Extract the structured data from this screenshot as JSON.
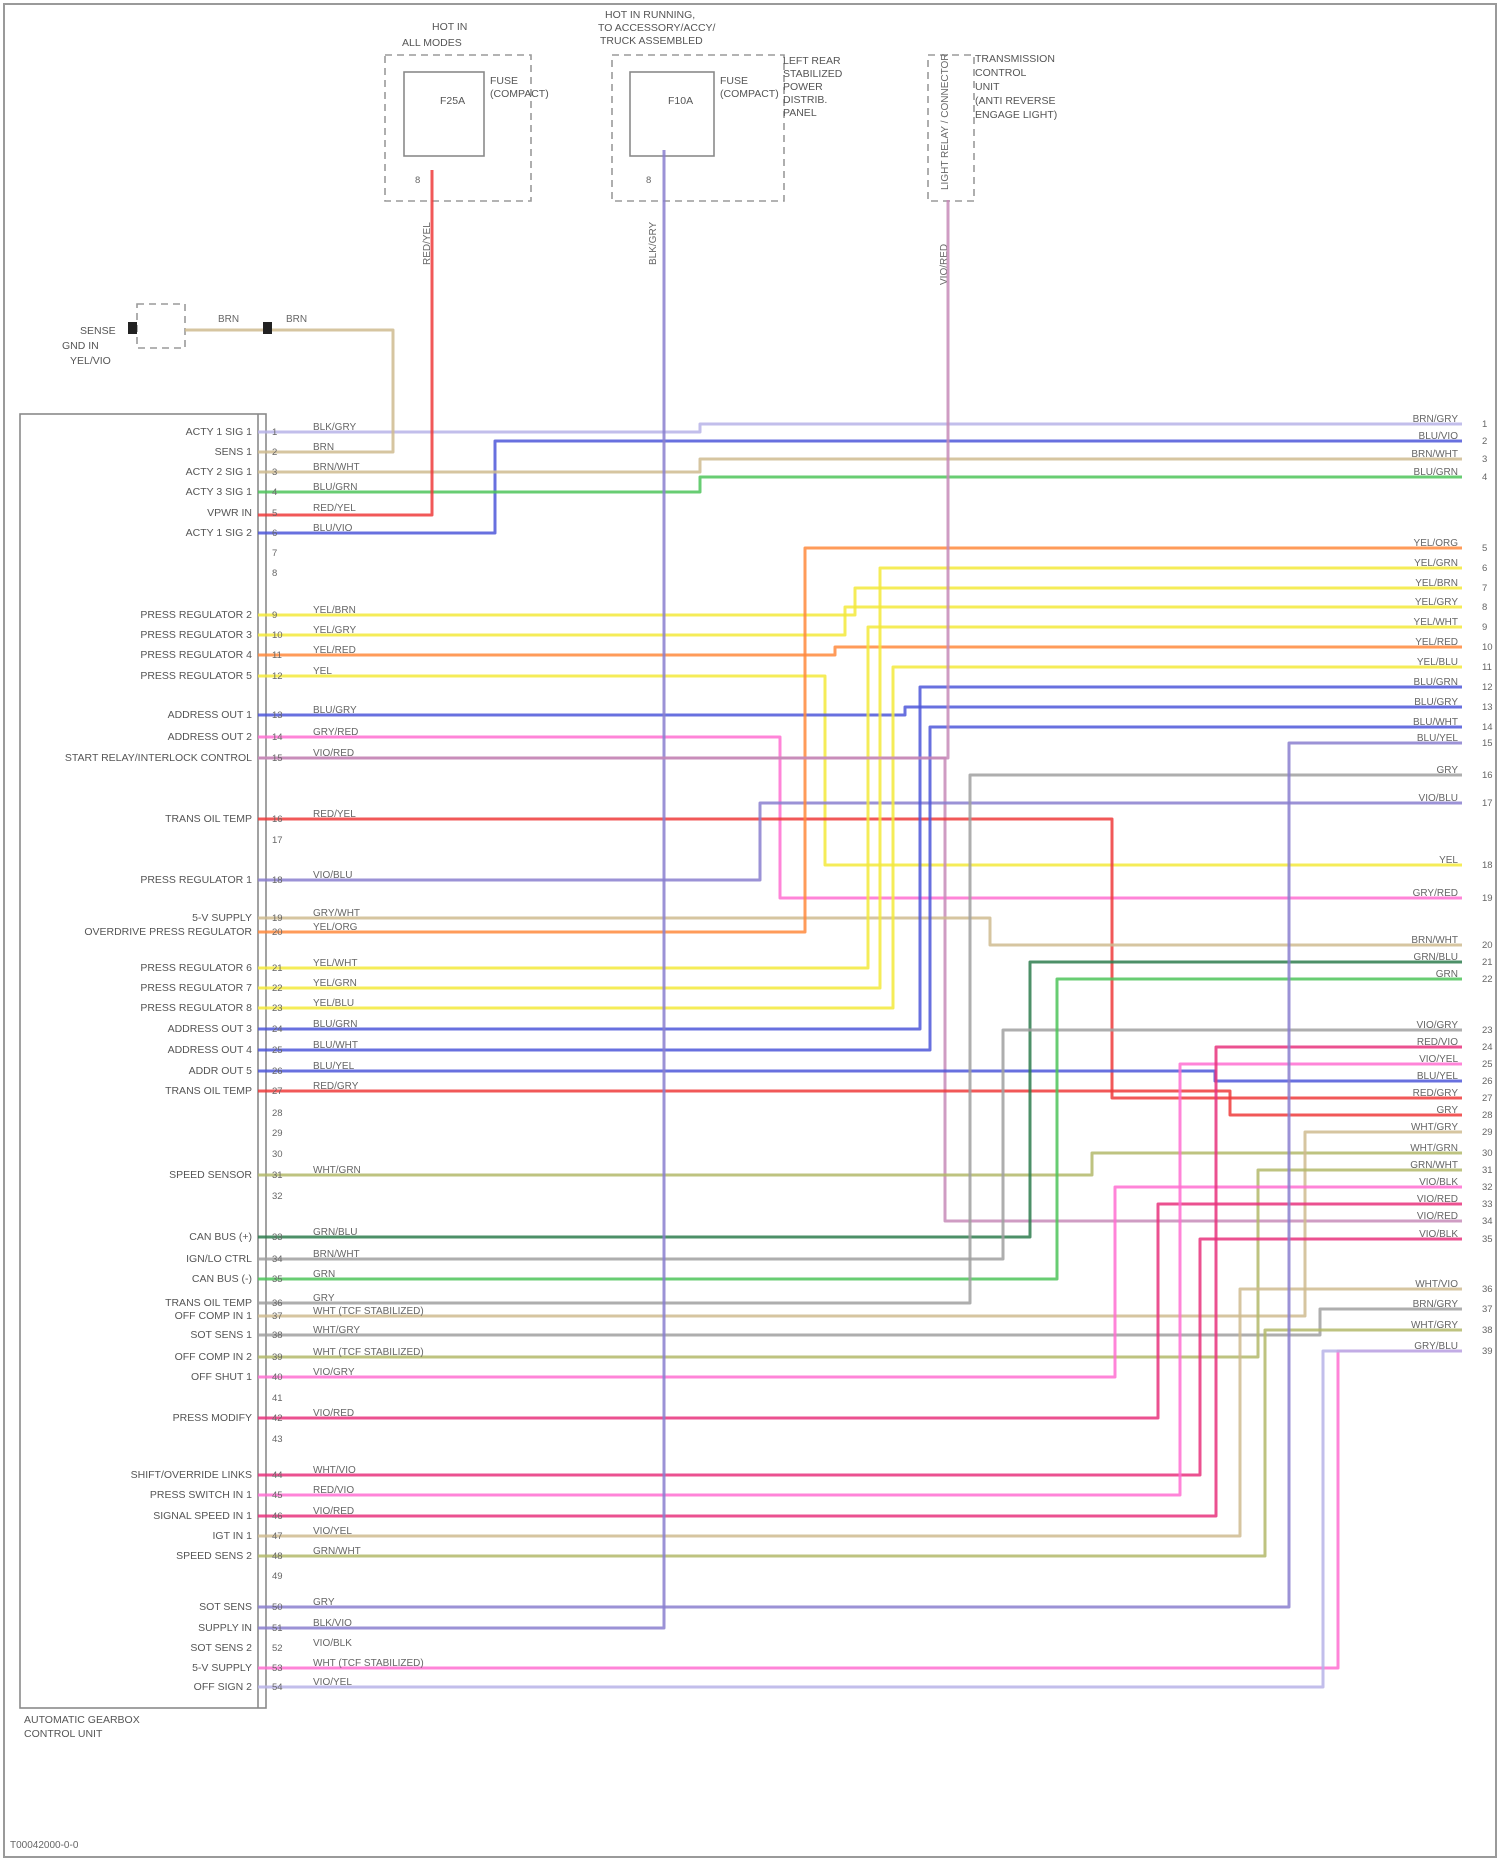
{
  "diagram": {
    "figure_code": "T00042000-0-0",
    "tcm_label": [
      "AUTOMATIC GEARBOX",
      "CONTROL UNIT"
    ],
    "top_boxes": [
      {
        "title": [
          "HOT IN",
          "ALL MODES"
        ],
        "fuse": "FUSE",
        "fuse_id": "F25A",
        "fuse_note": "(COMPACT)",
        "connector": "8",
        "wire": "RED/YEL"
      },
      {
        "title": [
          "HOT IN RUNNING,",
          "TO ACCESSORY/ACCY/",
          "TRUCK ASSEMBLED"
        ],
        "fuse": "FUSE",
        "fuse_id": "F10A",
        "fuse_note": "(COMPACT)",
        "connector": "8",
        "wire": "BLK/GRY",
        "notes": [
          "LEFT REAR",
          "STABILIZED",
          "POWER",
          "DISTRIB.",
          "PANEL"
        ]
      },
      {
        "title": [],
        "notes": [
          "TRANSMISSION",
          "CONTROL",
          "UNIT",
          "(ANTI REVERSE",
          "ENGAGE LIGHT)"
        ],
        "vertical": "LIGHT RELAY / CONNECTOR",
        "wire": "VIO/RED"
      }
    ],
    "ground": {
      "label": [
        "SENSE",
        "GND IN",
        "YEL/VIO"
      ],
      "wire_a": "BRN",
      "wire_b": "BRN"
    },
    "legend_colors": {
      "yellow": "#f3e93b",
      "orange": "#ff8a3d",
      "red": "#ef3b3b",
      "blue": "#4d57d9",
      "violet": "#8a7fcf",
      "pink": "#ff6fd1",
      "magenta": "#e8327d",
      "green": "#4ec45a",
      "darkgreen": "#2e7d4e",
      "olive": "#b3b86a",
      "tan": "#cfbb8f",
      "grey": "#a0a0a0",
      "lavender": "#b7b3e8",
      "vio": "#c78bb8"
    },
    "left_pins": [
      {
        "n": "1",
        "label": "ACTY 1 SIG 1",
        "wire": "BLK/GRY"
      },
      {
        "n": "2",
        "label": "SENS 1",
        "wire": "BRN"
      },
      {
        "n": "3",
        "label": "ACTY 2 SIG 1",
        "wire": "BRN/WHT"
      },
      {
        "n": "4",
        "label": "ACTY 3 SIG 1",
        "wire": "BLU/GRN"
      },
      {
        "n": "5",
        "label": "VPWR IN",
        "wire": "RED/YEL"
      },
      {
        "n": "6",
        "label": "ACTY 1 SIG 2",
        "wire": "BLU/VIO"
      },
      {
        "n": "7",
        "label": "",
        "wire": ""
      },
      {
        "n": "8",
        "label": "",
        "wire": ""
      },
      {
        "n": "9",
        "label": "PRESS REGULATOR 2",
        "wire": "YEL/BRN"
      },
      {
        "n": "10",
        "label": "PRESS REGULATOR 3",
        "wire": "YEL/GRY"
      },
      {
        "n": "11",
        "label": "PRESS REGULATOR 4",
        "wire": "YEL/RED"
      },
      {
        "n": "12",
        "label": "PRESS REGULATOR 5",
        "wire": "YEL"
      },
      {
        "n": "13",
        "label": "ADDRESS OUT 1",
        "wire": "BLU/GRY"
      },
      {
        "n": "14",
        "label": "ADDRESS OUT 2",
        "wire": "GRY/RED"
      },
      {
        "n": "15",
        "label": "START RELAY/INTERLOCK CONTROL",
        "wire": "VIO/RED"
      },
      {
        "n": "16",
        "label": "TRANS OIL TEMP",
        "wire": "RED/YEL"
      },
      {
        "n": "17",
        "label": "",
        "wire": ""
      },
      {
        "n": "18",
        "label": "PRESS REGULATOR 1",
        "wire": "VIO/BLU"
      },
      {
        "n": "19",
        "label": "5-V SUPPLY",
        "wire": "GRY/WHT"
      },
      {
        "n": "20",
        "label": "OVERDRIVE PRESS REGULATOR",
        "wire": "YEL/ORG"
      },
      {
        "n": "21",
        "label": "PRESS REGULATOR 6",
        "wire": "YEL/WHT"
      },
      {
        "n": "22",
        "label": "PRESS REGULATOR 7",
        "wire": "YEL/GRN"
      },
      {
        "n": "23",
        "label": "PRESS REGULATOR 8",
        "wire": "YEL/BLU"
      },
      {
        "n": "24",
        "label": "ADDRESS OUT 3",
        "wire": "BLU/GRN"
      },
      {
        "n": "25",
        "label": "ADDRESS OUT 4",
        "wire": "BLU/WHT"
      },
      {
        "n": "26",
        "label": "ADDR OUT 5",
        "wire": "BLU/YEL"
      },
      {
        "n": "27",
        "label": "TRANS OIL TEMP",
        "wire": "RED/GRY"
      },
      {
        "n": "28",
        "label": "",
        "wire": ""
      },
      {
        "n": "29",
        "label": "",
        "wire": ""
      },
      {
        "n": "30",
        "label": "",
        "wire": ""
      },
      {
        "n": "31",
        "label": "SPEED SENSOR",
        "wire": "WHT/GRN"
      },
      {
        "n": "32",
        "label": "",
        "wire": ""
      },
      {
        "n": "33",
        "label": "CAN BUS (+)",
        "wire": "GRN/BLU"
      },
      {
        "n": "34",
        "label": "IGN/LO CTRL",
        "wire": "BRN/WHT"
      },
      {
        "n": "35",
        "label": "CAN BUS (-)",
        "wire": "GRN"
      },
      {
        "n": "36",
        "label": "TRANS OIL TEMP",
        "wire": "GRY"
      },
      {
        "n": "37",
        "label": "OFF COMP IN 1",
        "wire": "WHT (TCF STABILIZED)"
      },
      {
        "n": "38",
        "label": "SOT SENS 1",
        "wire": "WHT/GRY"
      },
      {
        "n": "39",
        "label": "OFF COMP IN 2",
        "wire": "WHT (TCF STABILIZED)"
      },
      {
        "n": "40",
        "label": "OFF SHUT 1",
        "wire": "VIO/GRY"
      },
      {
        "n": "41",
        "label": "",
        "wire": ""
      },
      {
        "n": "42",
        "label": "PRESS MODIFY",
        "wire": "VIO/RED"
      },
      {
        "n": "43",
        "label": "",
        "wire": ""
      },
      {
        "n": "44",
        "label": "SHIFT/OVERRIDE LINKS",
        "wire": "WHT/VIO"
      },
      {
        "n": "45",
        "label": "PRESS SWITCH IN 1",
        "wire": "RED/VIO"
      },
      {
        "n": "46",
        "label": "SIGNAL SPEED IN 1",
        "wire": "VIO/RED"
      },
      {
        "n": "47",
        "label": "IGT IN 1",
        "wire": "VIO/YEL"
      },
      {
        "n": "48",
        "label": "SPEED SENS 2",
        "wire": "GRN/WHT"
      },
      {
        "n": "49",
        "label": "",
        "wire": ""
      },
      {
        "n": "50",
        "label": "SOT SENS",
        "wire": "GRY"
      },
      {
        "n": "51",
        "label": "SUPPLY IN",
        "wire": "BLK/VIO"
      },
      {
        "n": "52",
        "label": "SOT SENS 2",
        "wire": "VIO/BLK"
      },
      {
        "n": "53",
        "label": "5-V SUPPLY",
        "wire": "WHT (TCF STABILIZED)"
      },
      {
        "n": "54",
        "label": "OFF SIGN 2",
        "wire": "VIO/YEL"
      }
    ],
    "right_pins": [
      {
        "n": "1",
        "wire": "BRN/GRY"
      },
      {
        "n": "2",
        "wire": "BLU/VIO"
      },
      {
        "n": "3",
        "wire": "BRN/WHT"
      },
      {
        "n": "4",
        "wire": "BLU/GRN"
      },
      {
        "n": "5",
        "wire": "YEL/ORG"
      },
      {
        "n": "6",
        "wire": "YEL/GRN"
      },
      {
        "n": "7",
        "wire": "YEL/BRN"
      },
      {
        "n": "8",
        "wire": "YEL/GRY"
      },
      {
        "n": "9",
        "wire": "YEL/WHT"
      },
      {
        "n": "10",
        "wire": "YEL/RED"
      },
      {
        "n": "11",
        "wire": "YEL/BLU"
      },
      {
        "n": "12",
        "wire": "BLU/GRN"
      },
      {
        "n": "13",
        "wire": "BLU/GRY"
      },
      {
        "n": "14",
        "wire": "BLU/WHT"
      },
      {
        "n": "15",
        "wire": "BLU/YEL"
      },
      {
        "n": "16",
        "wire": "GRY"
      },
      {
        "n": "17",
        "wire": "VIO/BLU"
      },
      {
        "n": "18",
        "wire": "YEL"
      },
      {
        "n": "19",
        "wire": "GRY/RED"
      },
      {
        "n": "20",
        "wire": "BRN/WHT"
      },
      {
        "n": "21",
        "wire": "GRN/BLU"
      },
      {
        "n": "22",
        "wire": "GRN"
      },
      {
        "n": "23",
        "wire": "VIO/GRY"
      },
      {
        "n": "24",
        "wire": "RED/VIO"
      },
      {
        "n": "25",
        "wire": "VIO/YEL"
      },
      {
        "n": "26",
        "wire": "BLU/YEL"
      },
      {
        "n": "27",
        "wire": "RED/GRY"
      },
      {
        "n": "28",
        "wire": "GRY"
      },
      {
        "n": "29",
        "wire": "WHT/GRY"
      },
      {
        "n": "30",
        "wire": "WHT/GRN"
      },
      {
        "n": "31",
        "wire": "GRN/WHT"
      },
      {
        "n": "32",
        "wire": "VIO/BLK"
      },
      {
        "n": "33",
        "wire": "VIO/RED"
      },
      {
        "n": "34",
        "wire": "VIO/RED"
      },
      {
        "n": "35",
        "wire": "VIO/BLK"
      },
      {
        "n": "36",
        "wire": "WHT/VIO"
      },
      {
        "n": "37",
        "wire": "BRN/GRY"
      },
      {
        "n": "38",
        "wire": "WHT/GRY"
      },
      {
        "n": "39",
        "wire": "GRY/BLU"
      }
    ]
  }
}
